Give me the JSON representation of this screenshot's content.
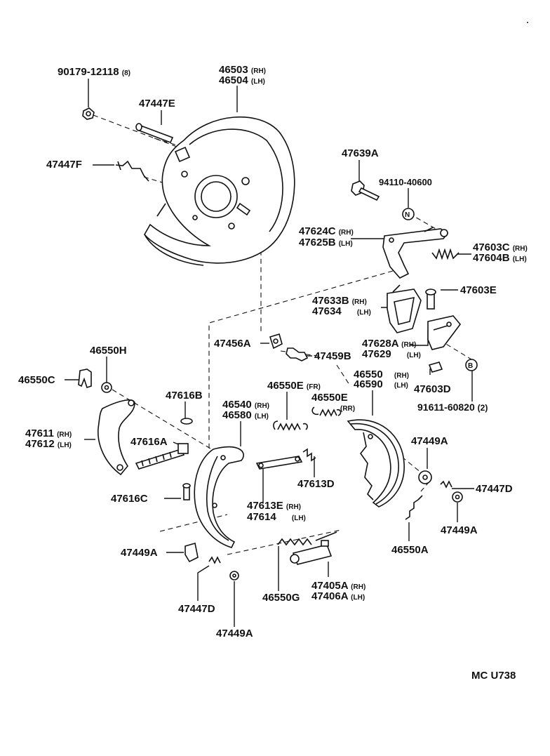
{
  "labels": [
    {
      "id": "l01",
      "pn": "90179-12118",
      "sfx": "(8)"
    },
    {
      "id": "l02",
      "pn": "46503",
      "sfx": "(RH)"
    },
    {
      "id": "l03",
      "pn": "46504",
      "sfx": "(LH)"
    },
    {
      "id": "l04",
      "pn": "47447E",
      "sfx": ""
    },
    {
      "id": "l05",
      "pn": "47447F",
      "sfx": ""
    },
    {
      "id": "l06",
      "pn": "47639A",
      "sfx": ""
    },
    {
      "id": "l07",
      "pn": "94110-40600",
      "sfx": ""
    },
    {
      "id": "l08",
      "pn": "47624C",
      "sfx": "(RH)"
    },
    {
      "id": "l09",
      "pn": "47625B",
      "sfx": "(LH)"
    },
    {
      "id": "l10",
      "pn": "47603C",
      "sfx": "(RH)"
    },
    {
      "id": "l11",
      "pn": "47604B",
      "sfx": "(LH)"
    },
    {
      "id": "l12",
      "pn": "47633B",
      "sfx": "(RH)"
    },
    {
      "id": "l13",
      "pn": "47634",
      "sfx": "(LH)"
    },
    {
      "id": "l14",
      "pn": "47603E",
      "sfx": ""
    },
    {
      "id": "l15",
      "pn": "47628A",
      "sfx": "(RH)"
    },
    {
      "id": "l16",
      "pn": "47629",
      "sfx": "(LH)"
    },
    {
      "id": "l17",
      "pn": "47456A",
      "sfx": ""
    },
    {
      "id": "l18",
      "pn": "47459B",
      "sfx": ""
    },
    {
      "id": "l19",
      "pn": "46550H",
      "sfx": ""
    },
    {
      "id": "l20",
      "pn": "46550C",
      "sfx": ""
    },
    {
      "id": "l21",
      "pn": "46550",
      "sfx": "(RH)"
    },
    {
      "id": "l22",
      "pn": "46590",
      "sfx": "(LH)"
    },
    {
      "id": "l23",
      "pn": "46550E",
      "sfx": "(FR)"
    },
    {
      "id": "l24",
      "pn": "46550E",
      "sfx": ""
    },
    {
      "id": "l25",
      "pn": "",
      "sfx": "(RR)"
    },
    {
      "id": "l26",
      "pn": "47603D",
      "sfx": ""
    },
    {
      "id": "l27",
      "pn": "91611-60820",
      "sfx": "(2)"
    },
    {
      "id": "l28",
      "pn": "47616B",
      "sfx": ""
    },
    {
      "id": "l29",
      "pn": "46540",
      "sfx": "(RH)"
    },
    {
      "id": "l30",
      "pn": "46580",
      "sfx": "(LH)"
    },
    {
      "id": "l31",
      "pn": "47611",
      "sfx": "(RH)"
    },
    {
      "id": "l32",
      "pn": "47612",
      "sfx": "(LH)"
    },
    {
      "id": "l33",
      "pn": "47616A",
      "sfx": ""
    },
    {
      "id": "l34",
      "pn": "47449A",
      "sfx": ""
    },
    {
      "id": "l35",
      "pn": "47613D",
      "sfx": ""
    },
    {
      "id": "l36",
      "pn": "47447D",
      "sfx": ""
    },
    {
      "id": "l37",
      "pn": "47616C",
      "sfx": ""
    },
    {
      "id": "l38",
      "pn": "47613E",
      "sfx": "(RH)"
    },
    {
      "id": "l39",
      "pn": "47614",
      "sfx": "(LH)"
    },
    {
      "id": "l40",
      "pn": "47449A",
      "sfx": ""
    },
    {
      "id": "l41",
      "pn": "47449A",
      "sfx": ""
    },
    {
      "id": "l42",
      "pn": "46550A",
      "sfx": ""
    },
    {
      "id": "l43",
      "pn": "47405A",
      "sfx": "(RH)"
    },
    {
      "id": "l44",
      "pn": "47406A",
      "sfx": "(LH)"
    },
    {
      "id": "l45",
      "pn": "46550G",
      "sfx": ""
    },
    {
      "id": "l46",
      "pn": "47447D",
      "sfx": ""
    },
    {
      "id": "l47",
      "pn": "47449A",
      "sfx": ""
    }
  ],
  "markers": {
    "n": "N",
    "b": "B"
  },
  "footer": {
    "code": "MC   U738"
  }
}
